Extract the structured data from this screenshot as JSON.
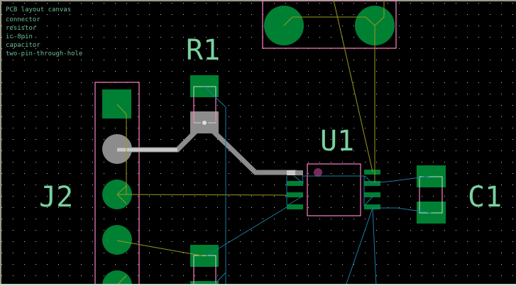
{
  "app": {
    "view": "PCB layout canvas"
  },
  "colors": {
    "background": "#000000",
    "grid_dot": "#c8c8c8",
    "pad": "#008033",
    "pad_selected": "#808080",
    "silkscreen": "#ff80c0",
    "courtyard": "#c8dcc8",
    "ratsnest_yellow": "#9a9a20",
    "ratsnest_blue": "#1c7aa0",
    "track": "#8c8c8c",
    "reference_text": "#7ad1a0",
    "pin1_marker": "#7a2a5a"
  },
  "components": [
    {
      "ref": "J2",
      "type": "connector",
      "pins": 5
    },
    {
      "ref": "R1",
      "type": "resistor",
      "pins": 2
    },
    {
      "ref": "U1",
      "type": "ic-8pin",
      "pins": 8
    },
    {
      "ref": "C1",
      "type": "capacitor",
      "pins": 2
    },
    {
      "ref": "",
      "type": "two-pin-through-hole",
      "pins": 2
    }
  ],
  "labels": {
    "j2": "J2",
    "r1": "R1",
    "u1": "U1",
    "c1": "C1"
  }
}
